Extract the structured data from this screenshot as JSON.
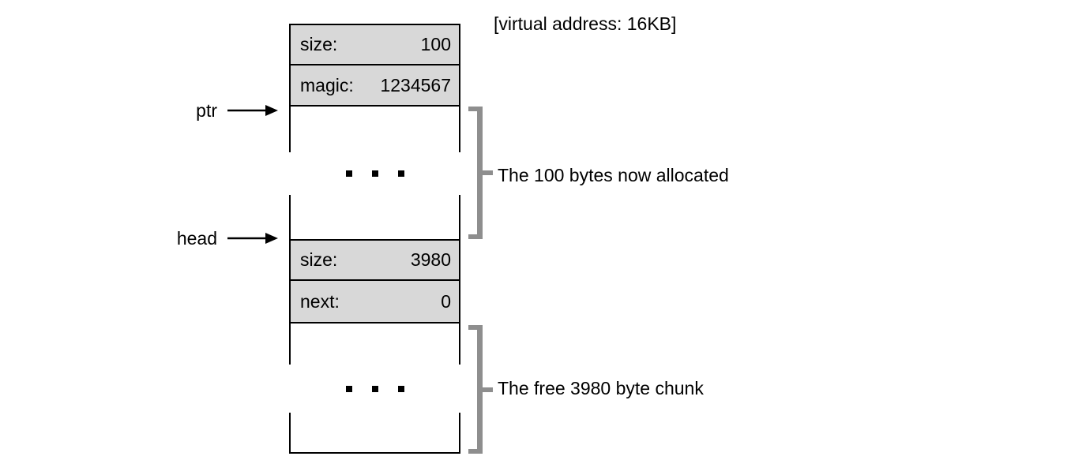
{
  "colors": {
    "header_fill": "#d8d8d8",
    "bracket": "#8e8e8e",
    "line": "#000000",
    "background": "#ffffff"
  },
  "annotation": {
    "virtual_address": "[virtual address: 16KB]"
  },
  "pointers": {
    "ptr": "ptr",
    "head": "head"
  },
  "column": {
    "allocated_header": [
      {
        "label": "size:",
        "value": "100"
      },
      {
        "label": "magic:",
        "value": "1234567"
      }
    ],
    "free_header": [
      {
        "label": "size:",
        "value": "3980"
      },
      {
        "label": "next:",
        "value": "0"
      }
    ]
  },
  "callouts": {
    "allocated": "The 100 bytes now allocated",
    "free": "The free 3980 byte chunk"
  }
}
